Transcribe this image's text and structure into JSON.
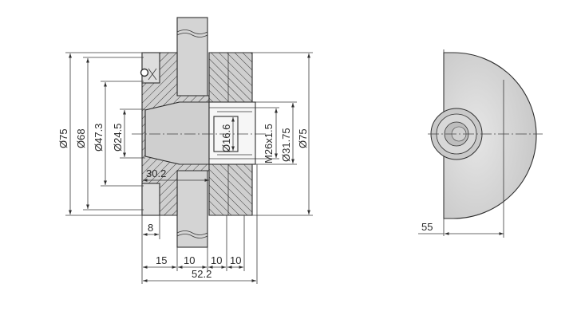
{
  "dimensions": {
    "d75_left": "Ø75",
    "d68": "Ø68",
    "d47_3": "Ø47.3",
    "d24_5": "Ø24.5",
    "d30_2": "30.2",
    "d16_6": "Ø16.6",
    "thread": "M26x1.5",
    "d31_75": "Ø31.75",
    "d75_right": "Ø75",
    "w8": "8",
    "w15": "15",
    "w10a": "10",
    "w10b": "10",
    "w10c": "10",
    "total": "52.2",
    "side_55": "55"
  },
  "colors": {
    "body": "#cfcfcf",
    "hatch": "#3c3c3c"
  }
}
